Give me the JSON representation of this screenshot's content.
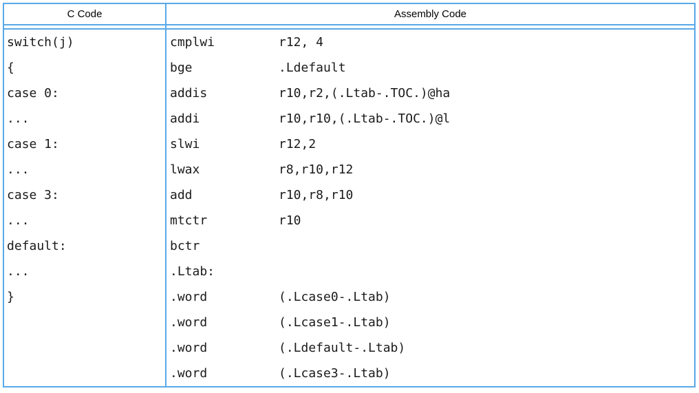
{
  "table": {
    "headers": {
      "c_code": "C Code",
      "assembly": "Assembly Code"
    },
    "rows": [
      {
        "c": "switch(j)",
        "mnemonic": "cmplwi",
        "operands": "r12, 4"
      },
      {
        "c": "{",
        "mnemonic": "bge",
        "operands": ".Ldefault"
      },
      {
        "c": "case 0:",
        "mnemonic": "addis",
        "operands": "r10,r2,(.Ltab-.TOC.)@ha"
      },
      {
        "c": "...",
        "mnemonic": "addi",
        "operands": "r10,r10,(.Ltab-.TOC.)@l"
      },
      {
        "c": "case 1:",
        "mnemonic": "slwi",
        "operands": "r12,2"
      },
      {
        "c": "...",
        "mnemonic": "lwax",
        "operands": "r8,r10,r12"
      },
      {
        "c": "case 3:",
        "mnemonic": "add",
        "operands": "r10,r8,r10"
      },
      {
        "c": "...",
        "mnemonic": "mtctr",
        "operands": "r10"
      },
      {
        "c": "default:",
        "mnemonic": "bctr",
        "operands": ""
      },
      {
        "c": "...",
        "mnemonic": ".Ltab:",
        "operands": ""
      },
      {
        "c": "}",
        "mnemonic": ".word",
        "operands": "(.Lcase0-.Ltab)"
      },
      {
        "c": "",
        "mnemonic": ".word",
        "operands": "(.Lcase1-.Ltab)"
      },
      {
        "c": "",
        "mnemonic": ".word",
        "operands": "(.Ldefault-.Ltab)"
      },
      {
        "c": "",
        "mnemonic": ".word",
        "operands": "(.Lcase3-.Ltab)"
      }
    ],
    "colors": {
      "border": "#58a8e8",
      "text": "#1a1a1a",
      "background": "#ffffff"
    }
  }
}
